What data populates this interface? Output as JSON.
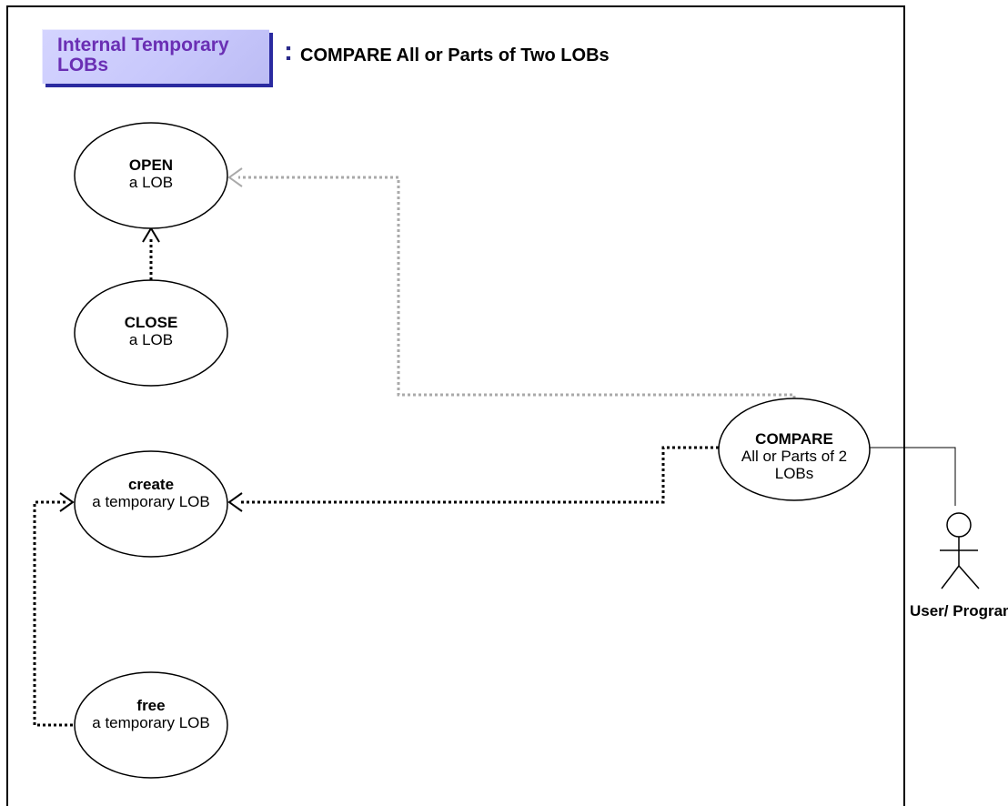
{
  "header": {
    "badge_text": "Internal Temporary LOBs",
    "colon": ":",
    "title": "COMPARE All or Parts of Two LOBs"
  },
  "use_cases": {
    "open": {
      "name": "OPEN",
      "detail": "a LOB"
    },
    "close": {
      "name": "CLOSE",
      "detail": "a LOB"
    },
    "create": {
      "name": "create",
      "detail": "a temporary LOB"
    },
    "free": {
      "name": "free",
      "detail": "a temporary LOB"
    },
    "compare": {
      "name": "COMPARE",
      "detail": "All or Parts of 2 LOBs"
    }
  },
  "actor": {
    "label": "User/ Program"
  },
  "colors": {
    "badge_bg": "#c9c9fc",
    "badge_text": "#6a2fb4",
    "gray_link": "#aaaaaa",
    "black_link": "#000000"
  }
}
